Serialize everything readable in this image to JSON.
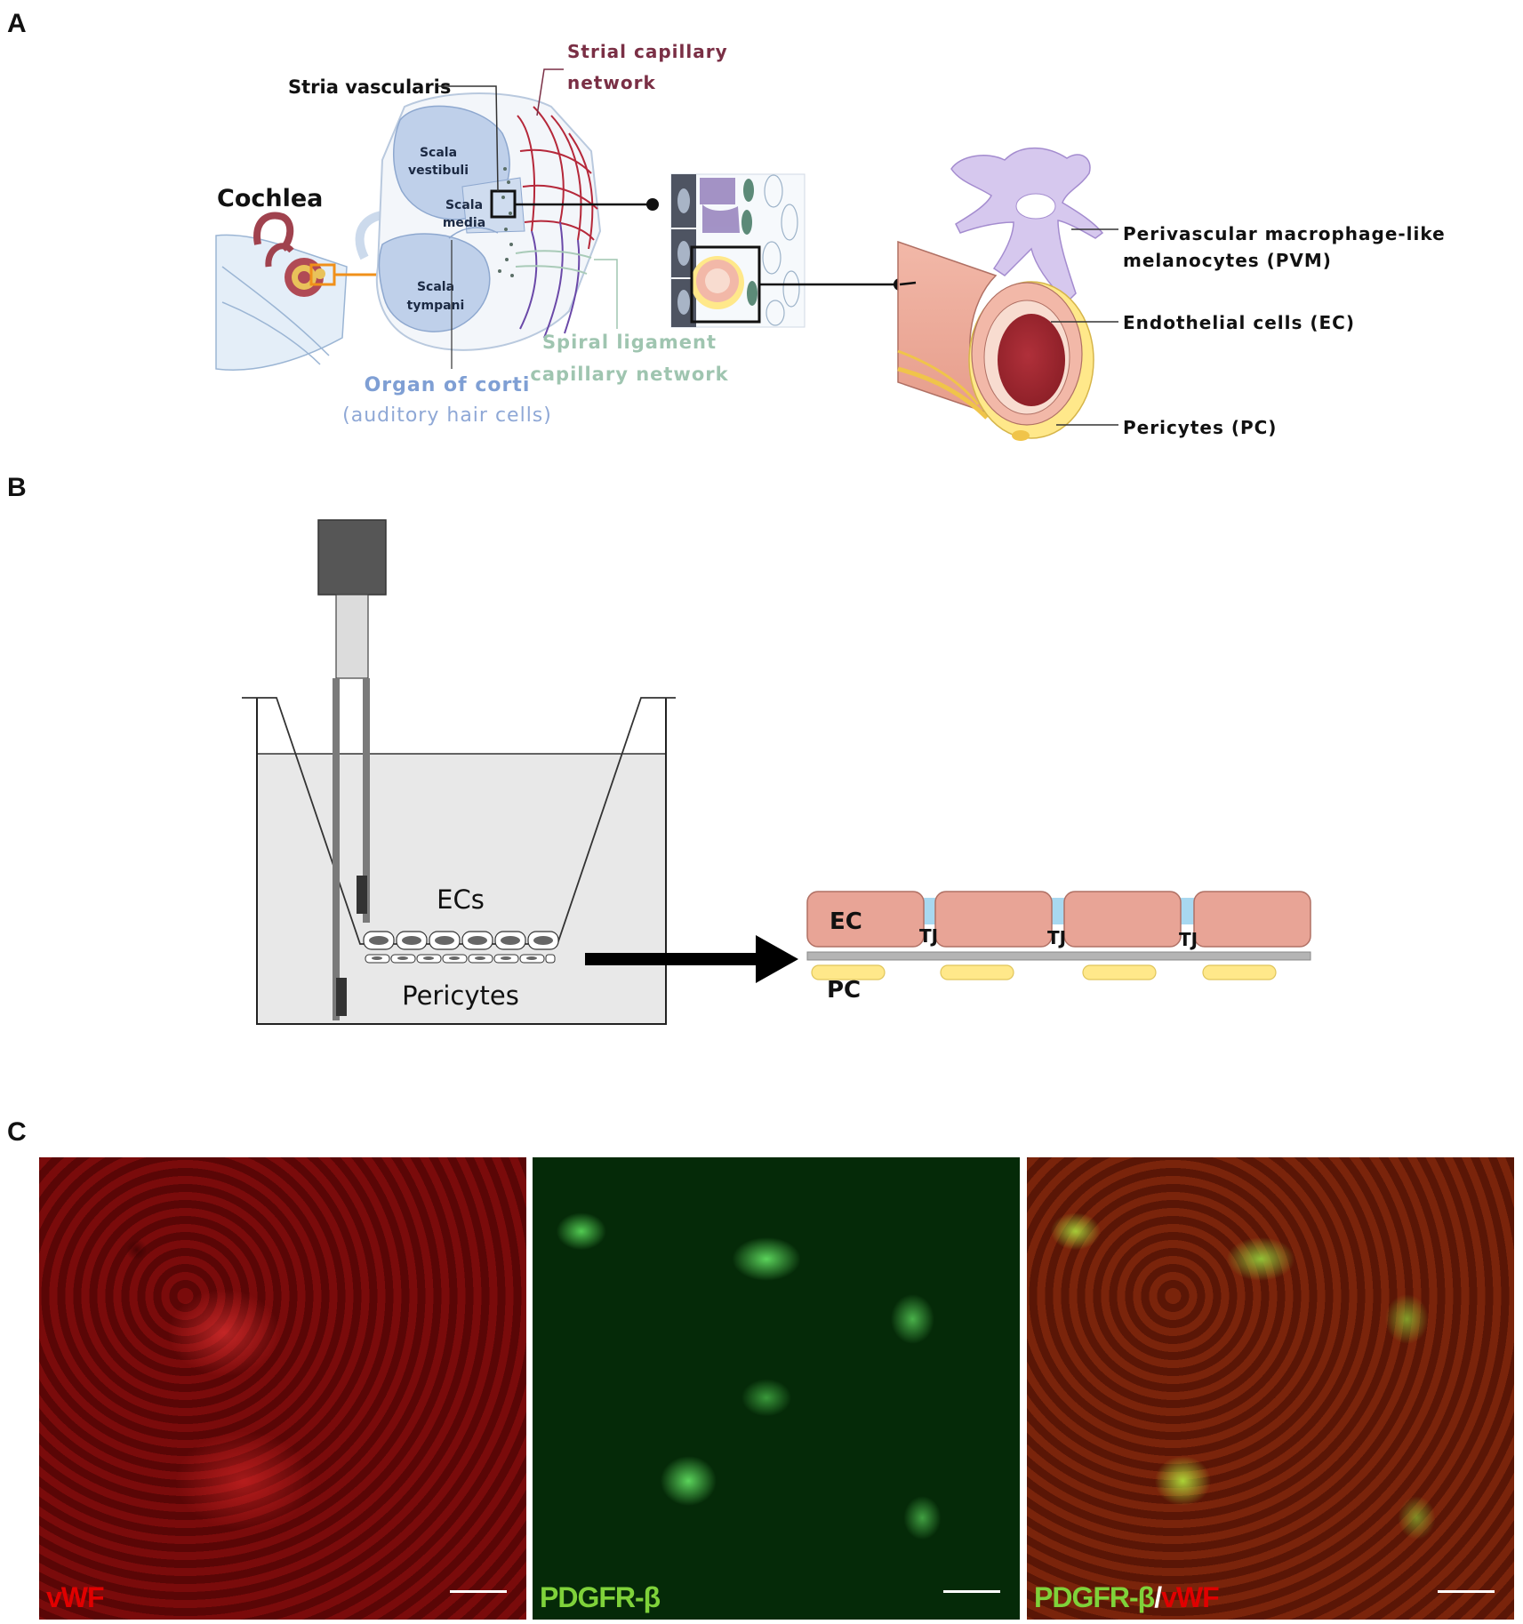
{
  "panels": {
    "a": "A",
    "b": "B",
    "c": "C"
  },
  "panel_a": {
    "cochlea": "Cochlea",
    "stria_vascularis": "Stria vascularis",
    "strial_capillary_line1": "Strial capillary",
    "strial_capillary_line2": "network",
    "scala_vestibuli_line1": "Scala",
    "scala_vestibuli_line2": "vestibuli",
    "scala_media_line1": "Scala",
    "scala_media_line2": "media",
    "scala_tympani_line1": "Scala",
    "scala_tympani_line2": "tympani",
    "organ_of_corti": "Organ of corti",
    "auditory_hair_cells": "(auditory hair cells)",
    "spiral_ligament_line1": "Spiral ligament",
    "spiral_ligament_line2": "capillary network",
    "pvm_line1": "Perivascular  macrophage-like",
    "pvm_line2": "melanocytes (PVM)",
    "ec": "Endothelial cells (EC)",
    "pc": "Pericytes (PC)"
  },
  "panel_b": {
    "ecs": "ECs",
    "pericytes": "Pericytes",
    "ec": "EC",
    "pc": "PC",
    "tj": "TJ"
  },
  "panel_c": {
    "image1": {
      "label": "vWF",
      "color": "#e00000"
    },
    "image2": {
      "label": "PDGFR-β",
      "color": "#7fd23a"
    },
    "image3": {
      "label_green": "PDGFR-β",
      "separator": "/",
      "label_red": "vWF"
    }
  },
  "colors": {
    "strial_capillary": "#7a2f45",
    "organ_of_corti": "#7f9fd4",
    "spiral_ligament": "#9fc5b0",
    "endothelial": "#e8a496",
    "pericyte": "#ffe88a",
    "tight_junction": "#a8d8f0",
    "pvm": "#d6c8ee"
  }
}
